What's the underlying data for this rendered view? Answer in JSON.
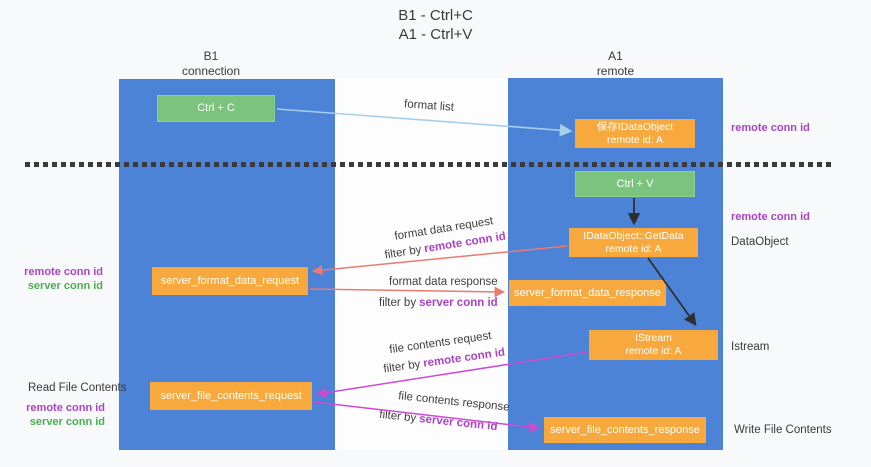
{
  "title": {
    "line1": "B1 - Ctrl+C",
    "line2": "A1 - Ctrl+V"
  },
  "lanes": {
    "left": {
      "header_line1": "B1",
      "header_line2": "connection"
    },
    "right": {
      "header_line1": "A1",
      "header_line2": "remote"
    }
  },
  "boxes": {
    "ctrl_c": "Ctrl + C",
    "ctrl_v": "Ctrl + V",
    "save_dataobject_line1": "保存IDataObject",
    "save_dataobject_line2": "remote id: A",
    "getdata_line1": "IDataObject::GetData",
    "getdata_line2": "remote id: A",
    "istream_line1": "IStream",
    "istream_line2": "remote id: A",
    "server_format_data_request": "server_format_data_request",
    "server_format_data_response": "server_format_data_response",
    "server_file_contents_request": "server_file_contents_request",
    "server_file_contents_response": "server_file_contents_response"
  },
  "side_labels": {
    "remote_conn_id_top_right": "remote conn id",
    "remote_conn_id_mid_right": "remote conn id",
    "dataobject": "DataObject",
    "istream": "Istream",
    "write_file_contents": "Write File Contents",
    "read_file_contents": "Read File Contents",
    "remote_conn_id_mid_left": "remote conn id",
    "server_conn_id_mid_left": "server conn id",
    "remote_conn_id_bottom_left": "remote conn id",
    "server_conn_id_bottom_left": "server conn id"
  },
  "flow_labels": {
    "format_list": "format list",
    "format_data_request": "format data request",
    "format_data_response": "format data response",
    "file_contents_request": "file contents request",
    "file_contents_response": "file contents response",
    "filter_by": "filter by",
    "remote_conn_id": "remote conn id",
    "server_conn_id": "server conn id"
  },
  "colors": {
    "lane_blue": "#4c83d6",
    "box_orange": "#f7a93d",
    "box_green": "#7cc47e",
    "purple_text": "#a944c4",
    "green_text": "#4cae52",
    "arrow_blue": "#a6cfee",
    "arrow_black": "#2f2f2f",
    "arrow_salmon": "#e87a72",
    "arrow_magenta": "#ce4bd0",
    "dashed_line": "#3b3b3b"
  }
}
